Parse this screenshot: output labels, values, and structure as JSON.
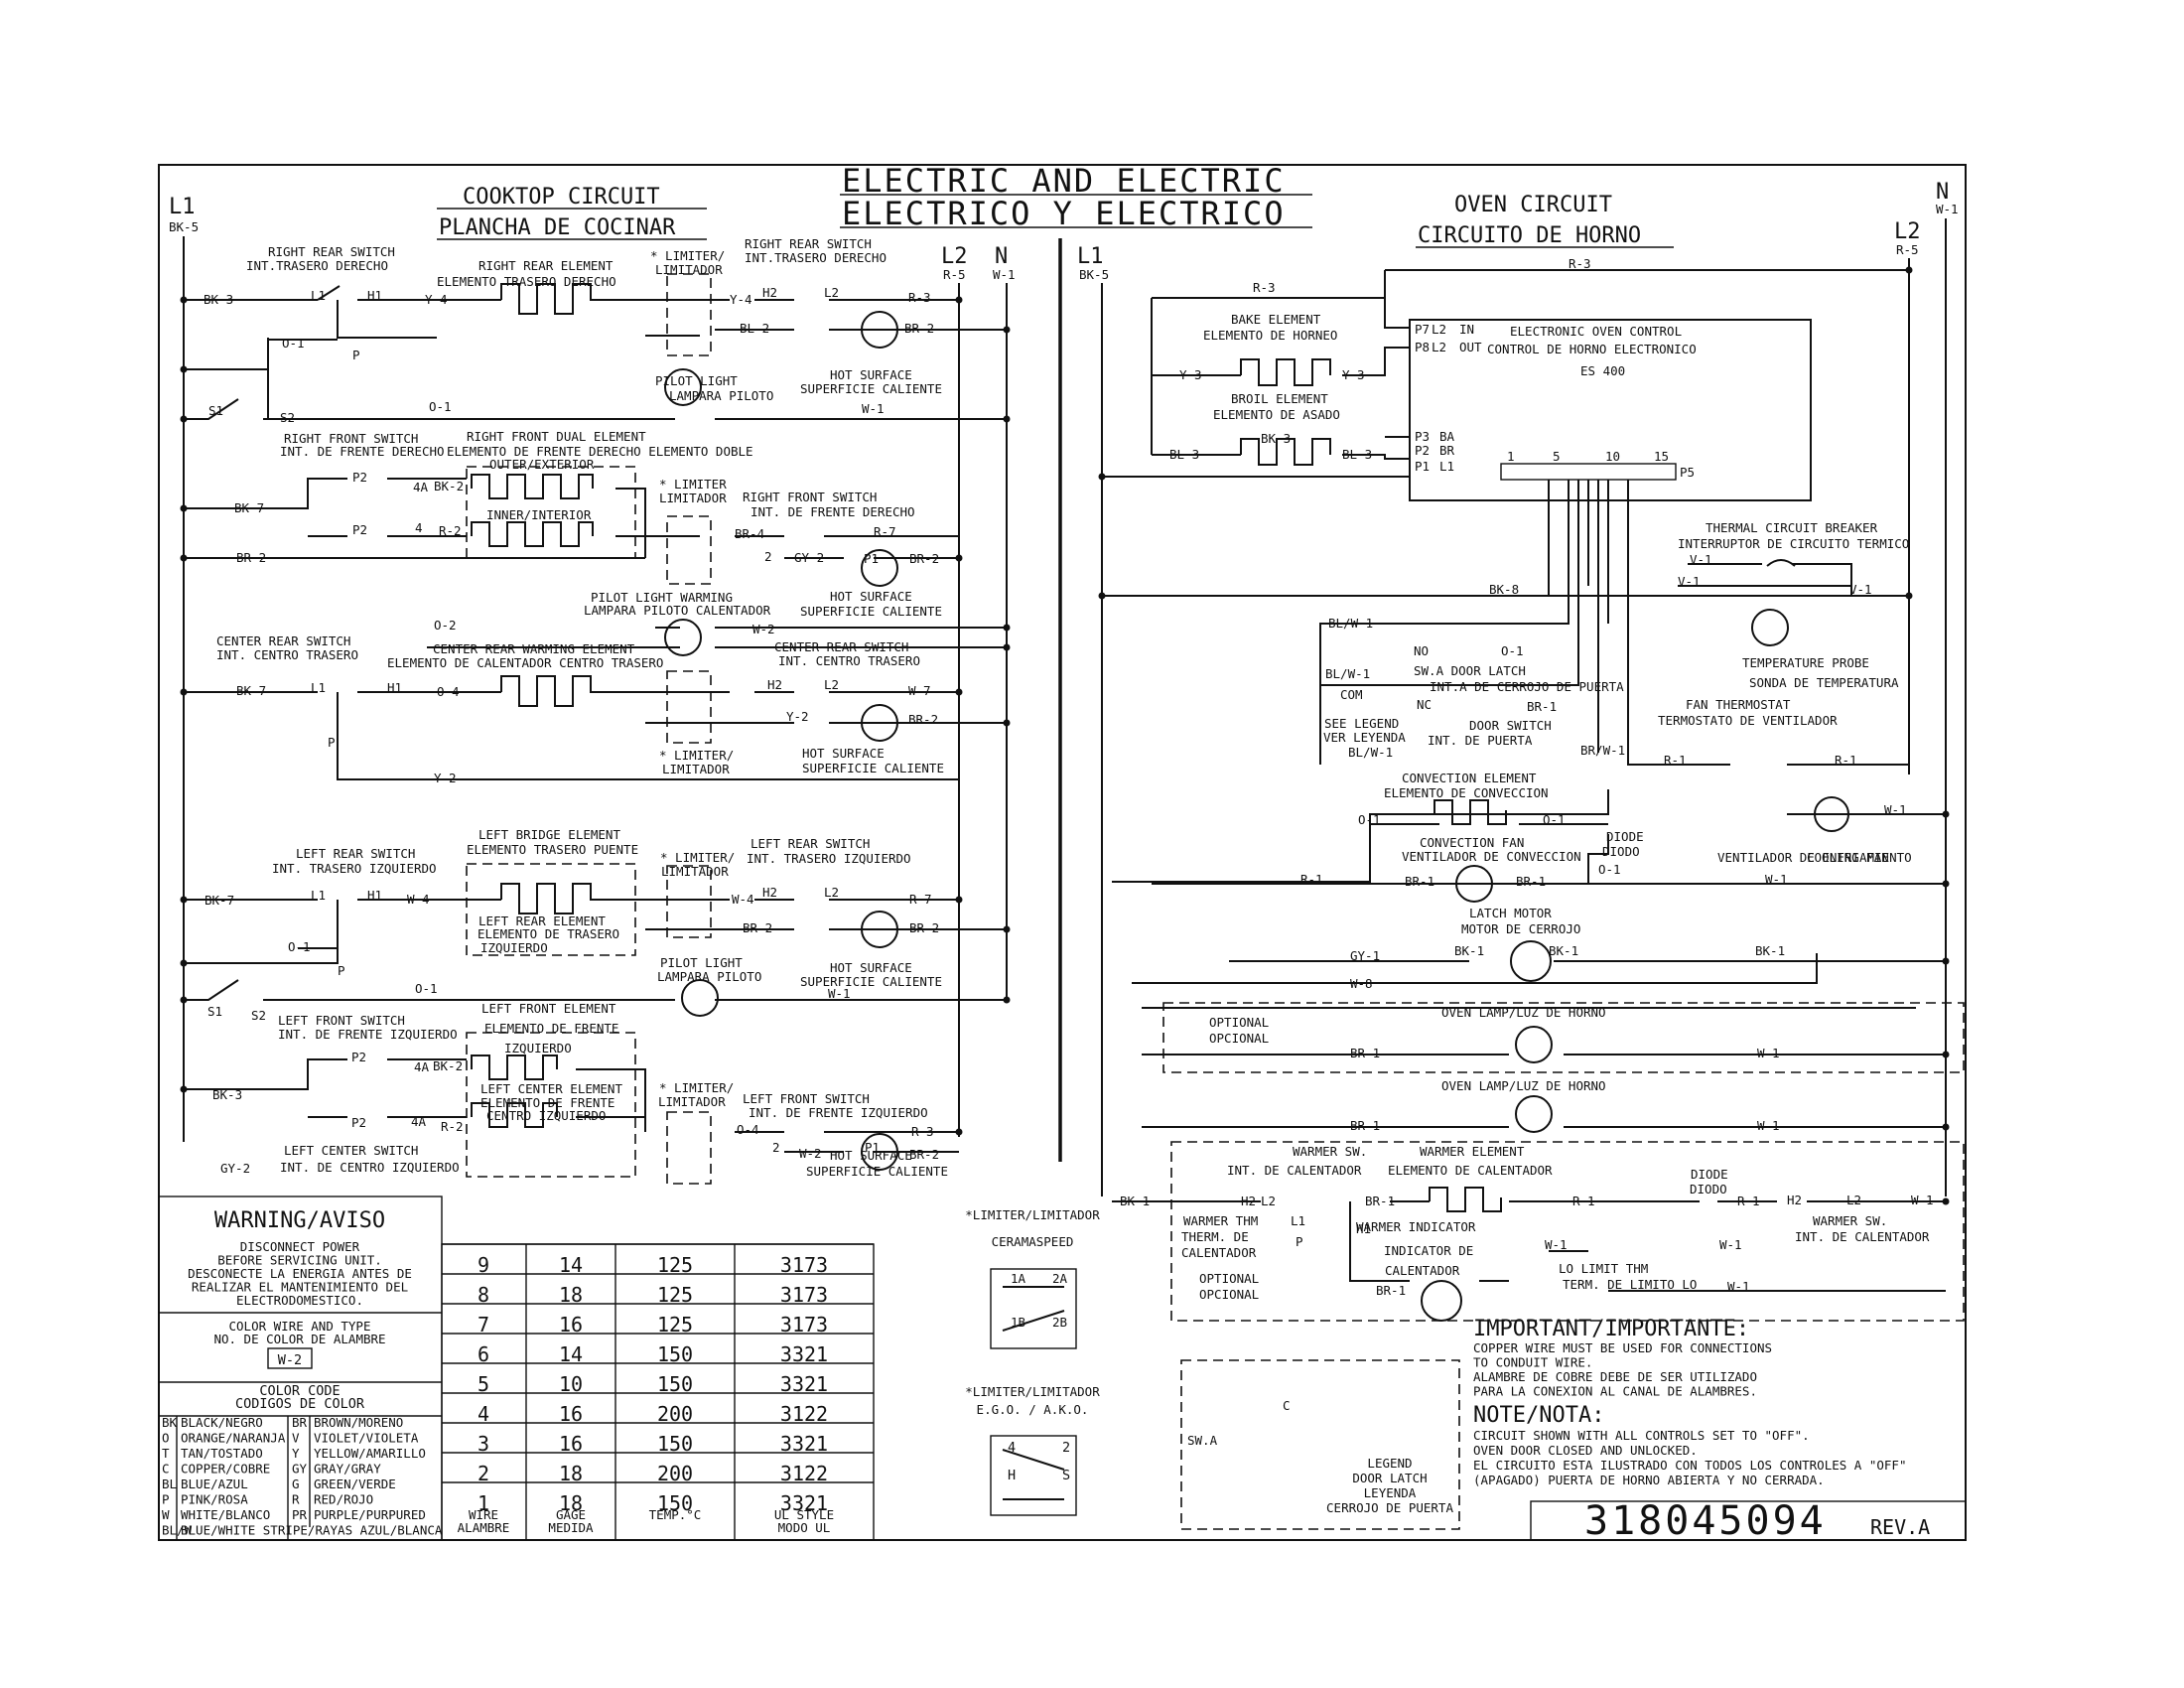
{
  "title": {
    "main_en": "ELECTRIC AND ELECTRIC",
    "main_es": "ELECTRICO Y ELECTRICO"
  },
  "cooktop": {
    "title_en": "COOKTOP CIRCUIT",
    "title_es": "PLANCHA DE COCINAR",
    "l1": "L1",
    "l1_wire": "BK-5",
    "l2": "L2",
    "l2_wire": "R-5",
    "n": "N",
    "n_wire": "W-1",
    "labels": [
      "RIGHT REAR SWITCH",
      "INT.TRASERO DERECHO",
      "RIGHT REAR ELEMENT",
      "ELEMENTO TRASERO DERECHO",
      "* LIMITER/",
      "LIMITADOR",
      "RIGHT REAR SWITCH",
      "INT.TRASERO DERECHO",
      "BK-3",
      "L1",
      "H1",
      "Y-4",
      "Y-4",
      "H2",
      "L2",
      "R-3",
      "O-1",
      "P",
      "BL-2",
      "BR-2",
      "HOT SURFACE",
      "SUPERFICIE CALIENTE",
      "PILOT LIGHT",
      "LAMPARA PILOTO",
      "S1",
      "S2",
      "O-1",
      "W-1",
      "RIGHT FRONT SWITCH",
      "INT. DE FRENTE DERECHO",
      "RIGHT FRONT DUAL ELEMENT",
      "ELEMENTO DE FRENTE DERECHO ELEMENTO DOBLE",
      "OUTER/EXTERIOR",
      "INNER/INTERIOR",
      "P2",
      "4A",
      "BK-2",
      "BK-7",
      "P2",
      "4",
      "R-2",
      "* LIMITER",
      "LIMITADOR",
      "RIGHT FRONT SWITCH",
      "INT. DE FRENTE DERECHO",
      "BR-4",
      "R-7",
      "2",
      "GY-2",
      "P1",
      "BR-2",
      "BR-2",
      "PILOT LIGHT WARMING",
      "LAMPARA PILOTO CALENTADOR",
      "HOT SURFACE",
      "SUPERFICIE CALIENTE",
      "O-2",
      "W-2",
      "CENTER REAR SWITCH",
      "INT. CENTRO TRASERO",
      "CENTER REAR WARMING ELEMENT",
      "ELEMENTO DE CALENTADOR CENTRO TRASERO",
      "CENTER REAR SWITCH",
      "INT. CENTRO TRASERO",
      "BK-7",
      "L1",
      "H1",
      "O-4",
      "H2",
      "L2",
      "W-7",
      "P",
      "Y-2",
      "BR-2",
      "Y-2",
      "* LIMITER/",
      "LIMITADOR",
      "HOT SURFACE",
      "SUPERFICIE CALIENTE",
      "LEFT BRIDGE ELEMENT",
      "ELEMENTO TRASERO PUENTE",
      "LEFT REAR SWITCH",
      "INT. TRASERO IZQUIERDO",
      "* LIMITER/",
      "LIMITADOR",
      "LEFT REAR SWITCH",
      "INT. TRASERO IZQUIERDO",
      "BK-7",
      "L1",
      "H1",
      "W-4",
      "W-4",
      "H2",
      "L2",
      "R-7",
      "LEFT REAR ELEMENT",
      "ELEMENTO DE TRASERO",
      "IZQUIERDO",
      "O-1",
      "P",
      "BR-2",
      "BR-2",
      "PILOT LIGHT",
      "LAMPARA PILOTO",
      "HOT SURFACE",
      "SUPERFICIE CALIENTE",
      "S1",
      "S2",
      "O-1",
      "W-1",
      "LEFT FRONT SWITCH",
      "INT. DE FRENTE IZQUIERDO",
      "LEFT FRONT ELEMENT",
      "ELEMENTO DE FRENTE",
      "IZQUIERDO",
      "P2",
      "4A",
      "BK-2",
      "BK-3",
      "P2",
      "4A",
      "R-2",
      "LEFT CENTER ELEMENT",
      "ELEMENTO DE FRENTE",
      "CENTRO IZQUIERDO",
      "* LIMITER/",
      "LIMITADOR",
      "LEFT FRONT SWITCH",
      "INT. DE FRENTE IZQUIERDO",
      "O-4",
      "R-3",
      "2",
      "W-2",
      "P1",
      "BR-2",
      "LEFT CENTER SWITCH",
      "INT. DE CENTRO IZQUIERDO",
      "GY-2",
      "HOT SURFACE",
      "SUPERFICIE CALIENTE"
    ]
  },
  "oven": {
    "title_en": "OVEN CIRCUIT",
    "title_es": "CIRCUITO DE HORNO",
    "l1": "L1",
    "l1_wire": "BK-5",
    "l2": "L2",
    "l2_wire": "R-5",
    "n": "N",
    "n_wire": "W-1",
    "labels": [
      "R-3",
      "R-3",
      "BAKE ELEMENT",
      "ELEMENTO DE HORNEO",
      "Y-3",
      "Y-3",
      "BROIL ELEMENT",
      "ELEMENTO DE ASADO",
      "BL-3",
      "BL-3",
      "BK-3",
      "P7",
      "L2",
      "IN",
      "P8",
      "L2",
      "OUT",
      "P3",
      "BA",
      "P2",
      "BR",
      "P1",
      "L1",
      "ELECTRONIC OVEN CONTROL",
      "CONTROL DE HORNO ELECTRONICO",
      "ES 400",
      "1",
      "5",
      "10",
      "15",
      "P5",
      "THERMAL CIRCUIT BREAKER",
      "INTERRUPTOR DE CIRCUITO TERMICO",
      "V-1",
      "V-1",
      "V-1",
      "BK-8",
      "TEMPERATURE PROBE",
      "SONDA DE TEMPERATURA",
      "BL/W-1",
      "NO",
      "O-1",
      "BL/W-1",
      "SW.A DOOR LATCH",
      "INT.A DE CERROJO DE PUERTA",
      "COM",
      "BR-1",
      "NC",
      "SEE LEGEND",
      "VER LEYENDA",
      "DOOR SWITCH",
      "INT. DE PUERTA",
      "BL/W-1",
      "BR/W-1",
      "FAN THERMOSTAT",
      "TERMOSTATO DE VENTILADOR",
      "R-1",
      "R-1",
      "CONVECTION ELEMENT",
      "ELEMENTO DE CONVECCION",
      "O-1",
      "O-1",
      "CONVECTION FAN",
      "VENTILADOR DE CONVECCION",
      "DIODE",
      "DIODO",
      "O-1",
      "COOLING FAN",
      "VENTILADOR DE ENFRIAMIENTO",
      "W-1",
      "R-1",
      "BR-1",
      "BR-1",
      "W-1",
      "LATCH MOTOR",
      "MOTOR DE CERROJO",
      "GY-1",
      "BK-1",
      "BK-1",
      "BK-1",
      "W-8",
      "OPTIONAL",
      "OPCIONAL",
      "OVEN LAMP/LUZ DE HORNO",
      "BR-1",
      "W-1",
      "OVEN LAMP/LUZ DE HORNO",
      "BR-1",
      "W-1",
      "WARMER SW.",
      "INT. DE CALENTADOR",
      "WARMER ELEMENT",
      "ELEMENTO DE CALENTADOR",
      "DIODE",
      "DIODO",
      "BK-1",
      "H2",
      "L2",
      "BR-1",
      "R-1",
      "R-1",
      "H2",
      "L2",
      "W-1",
      "WARMER THM",
      "THERM. DE",
      "CALENTADOR",
      "L1",
      "P",
      "H1",
      "WARMER INDICATOR",
      "INDICATOR DE",
      "CALENTADOR",
      "WARMER SW.",
      "INT. DE CALENTADOR",
      "W-1",
      "W-1",
      "LO LIMIT THM",
      "TERM. DE LIMITO LO",
      "W-1",
      "OPTIONAL",
      "OPCIONAL",
      "BR-1"
    ]
  },
  "warning": {
    "title": "WARNING/AVISO",
    "lines": [
      "DISCONNECT POWER",
      "BEFORE SERVICING UNIT.",
      "DESCONECTE LA ENERGIA ANTES DE",
      "REALIZAR EL MANTENIMIENTO DEL",
      "ELECTRODOMESTICO."
    ],
    "color_type": [
      "COLOR WIRE AND TYPE",
      "NO. DE COLOR DE ALAMBRE"
    ],
    "example": "W-2",
    "color_code": [
      "COLOR CODE",
      "CODIGOS DE COLOR"
    ]
  },
  "color_codes": [
    [
      "BK",
      "BLACK/NEGRO",
      "BR",
      "BROWN/MORENO"
    ],
    [
      "O",
      "ORANGE/NARANJA",
      "V",
      "VIOLET/VIOLETA"
    ],
    [
      "T",
      "TAN/TOSTADO",
      "Y",
      "YELLOW/AMARILLO"
    ],
    [
      "C",
      "COPPER/COBRE",
      "GY",
      "GRAY/GRAY"
    ],
    [
      "BL",
      "BLUE/AZUL",
      "G",
      "GREEN/VERDE"
    ],
    [
      "P",
      "PINK/ROSA",
      "R",
      "RED/ROJO"
    ],
    [
      "W",
      "WHITE/BLANCO",
      "PR",
      "PURPLE/PURPURED"
    ],
    [
      "BL/W",
      "BLUE/WHITE STRIPE/RAYAS AZUL/BLANCA",
      "",
      ""
    ]
  ],
  "wire_table": {
    "rows": [
      [
        "9",
        "14",
        "125",
        "3173"
      ],
      [
        "8",
        "18",
        "125",
        "3173"
      ],
      [
        "7",
        "16",
        "125",
        "3173"
      ],
      [
        "6",
        "14",
        "150",
        "3321"
      ],
      [
        "5",
        "10",
        "150",
        "3321"
      ],
      [
        "4",
        "16",
        "200",
        "3122"
      ],
      [
        "3",
        "16",
        "150",
        "3321"
      ],
      [
        "2",
        "18",
        "200",
        "3122"
      ],
      [
        "1",
        "18",
        "150",
        "3321"
      ]
    ],
    "headers": [
      [
        "WIRE",
        "ALAMBRE"
      ],
      [
        "GAGE",
        "MEDIDA"
      ],
      [
        "TEMP.°C"
      ],
      [
        "UL STYLE",
        "MODO UL"
      ]
    ]
  },
  "limiters": {
    "ceram_title": "*LIMITER/LIMITADOR",
    "ceram_name": "CERAMASPEED",
    "ceram_pins": [
      "1A",
      "2A",
      "1B",
      "2B"
    ],
    "ego_title": "*LIMITER/LIMITADOR",
    "ego_name": "E.G.O. / A.K.O.",
    "ego_pins": [
      "4",
      "2",
      "H",
      "S"
    ]
  },
  "legend": {
    "swa": "SW.A",
    "c": "C",
    "lines": [
      "LEGEND",
      "DOOR LATCH",
      "LEYENDA",
      "CERROJO DE PUERTA"
    ]
  },
  "notes": {
    "important_title": "IMPORTANT/IMPORTANTE:",
    "important_lines": [
      "COPPER WIRE MUST BE USED FOR CONNECTIONS",
      "TO CONDUIT WIRE.",
      "ALAMBRE DE COBRE DEBE DE SER UTILIZADO",
      "PARA LA CONEXION AL CANAL DE ALAMBRES."
    ],
    "note_title": "NOTE/NOTA:",
    "note_lines": [
      "CIRCUIT SHOWN WITH ALL CONTROLS SET TO \"OFF\".",
      "OVEN DOOR CLOSED AND UNLOCKED.",
      "EL CIRCUITO ESTA ILUSTRADO CON TODOS LOS CONTROLES A \"OFF\"",
      "(APAGADO) PUERTA DE HORNO ABIERTA Y NO CERRADA."
    ]
  },
  "part_number": "318045094",
  "revision": "REV.A"
}
